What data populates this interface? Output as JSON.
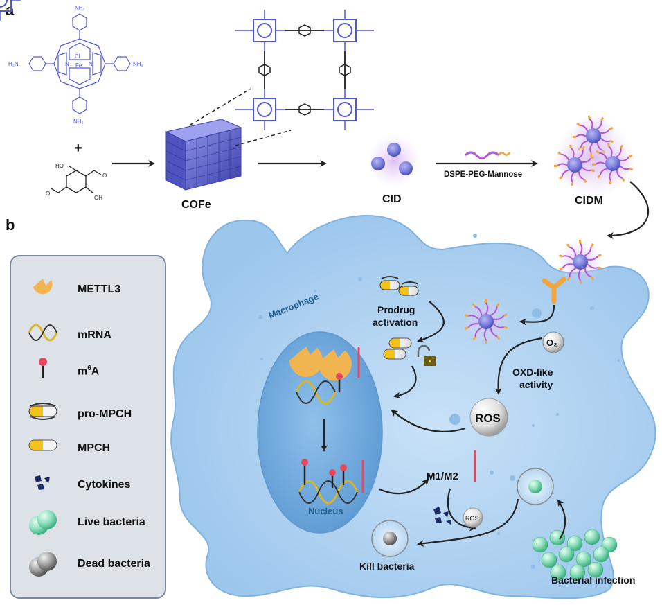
{
  "panel_a": {
    "panel_label": "a",
    "porphyrin": {
      "amine_top": "NH₂",
      "amine_left": "H₂N",
      "amine_right": "NH₂",
      "amine_bottom": "NH₂",
      "metal": "Fe",
      "ligand": "Cl",
      "n": "N"
    },
    "plus": "+",
    "aldehyde": {
      "oh_top": "HO",
      "oh_bottom": "OH",
      "o_top": "O",
      "o_bottom": "O"
    },
    "cofe_label": "COFe",
    "cid_label": "CID",
    "reagent_label": "DSPE-PEG-Mannose",
    "cidm_label": "CIDM"
  },
  "panel_b": {
    "panel_label": "b",
    "macrophage_label": "Macrophage",
    "nucleus_label": "Nucleus",
    "prodrug_label_line1": "Prodrug",
    "prodrug_label_line2": "activation",
    "o2_label": "O₂",
    "oxd_line1": "OXD-like",
    "oxd_line2": "activity",
    "ros_label": "ROS",
    "ros_small_label": "ROS",
    "m1m2_label": "M1/M2",
    "kill_label": "Kill bacteria",
    "infection_label": "Bacterial infection"
  },
  "legend": {
    "items": [
      {
        "label": "METTL3",
        "icon": "mettl3-icon"
      },
      {
        "label": "mRNA",
        "icon": "mrna-icon"
      },
      {
        "label": "m",
        "sup": "6",
        "suffix": "A",
        "icon": "m6a-icon"
      },
      {
        "label": "pro-MPCH",
        "icon": "pro-mpch-icon"
      },
      {
        "label": "MPCH",
        "icon": "mpch-icon"
      },
      {
        "label": "Cytokines",
        "icon": "cytokines-icon"
      },
      {
        "label": "Live bacteria",
        "icon": "live-bacteria-icon"
      },
      {
        "label": "Dead bacteria",
        "icon": "dead-bacteria-icon"
      }
    ]
  },
  "colors": {
    "cell_fill": "#a9cdef",
    "nucleus_fill": "#7fb3e0",
    "cofe": "#5d63d0",
    "nanoparticle": "#7c7fdc",
    "peg": "#f2a53a",
    "mettl3": "#f0b451",
    "mrna": "#d8b52a",
    "m6a": "#e5495f",
    "up_arrow": "#e5495f",
    "live_bacteria": "#86dcb6",
    "dead_bacteria": "#8a8a8a",
    "cytokine": "#1c2d66"
  }
}
